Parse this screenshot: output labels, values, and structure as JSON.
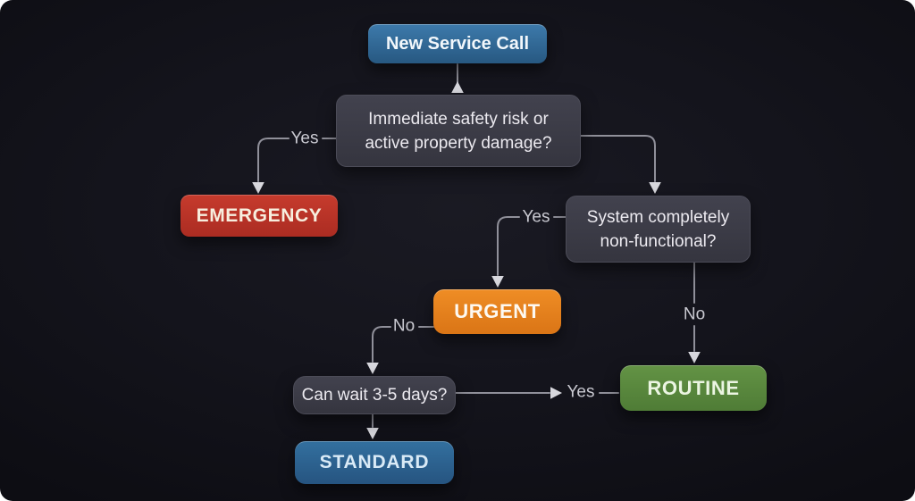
{
  "diagram": {
    "nodes": {
      "start": {
        "label": "New Service Call"
      },
      "q_safety": {
        "line1": "Immediate safety risk or",
        "line2": "active property damage?"
      },
      "emergency": {
        "label": "EMERGENCY"
      },
      "q_system": {
        "line1": "System completely",
        "line2": "non-functional?"
      },
      "urgent": {
        "label": "URGENT"
      },
      "routine": {
        "label": "ROUTINE"
      },
      "q_wait": {
        "label": "Can wait 3-5 days?"
      },
      "standard": {
        "label": "STANDARD"
      }
    },
    "edge_labels": {
      "safety_yes": "Yes",
      "system_yes": "Yes",
      "system_no": "No",
      "urgent_no": "No",
      "wait_yes": "Yes"
    },
    "colors": {
      "start_blue": "#31699a",
      "emergency_red": "#c03529",
      "urgent_orange": "#e5811f",
      "routine_green": "#57873e",
      "standard_blue": "#2d628f",
      "question_slate": "#3b3b46",
      "connector_gray": "#90909a",
      "panel_background": "#12121a"
    }
  }
}
